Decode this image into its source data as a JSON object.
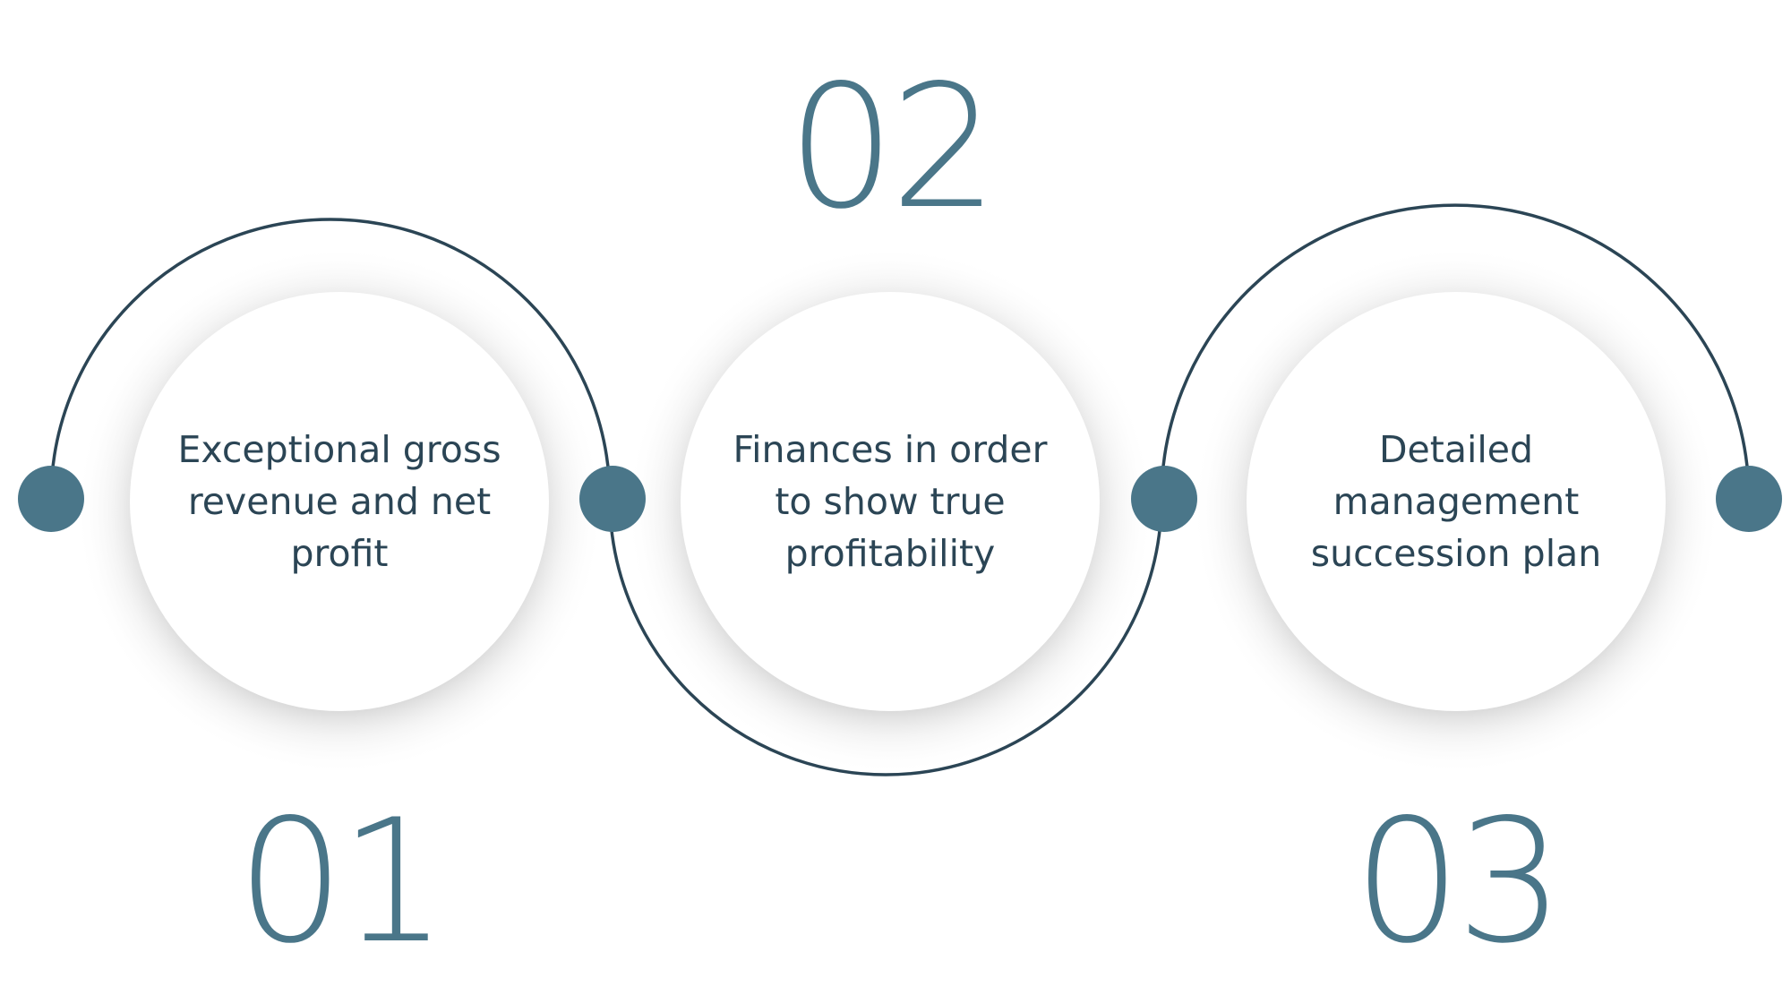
{
  "colors": {
    "background": "#ffffff",
    "accent": "#4a7689",
    "line": "#2b4555",
    "text": "#2b4555",
    "disc_fill": "#ffffff",
    "disc_shadow": "#bdbdbd"
  },
  "steps": [
    {
      "number": "01",
      "text": "Exceptional gross revenue and net profit"
    },
    {
      "number": "02",
      "text": "Finances in order to show true profitability"
    },
    {
      "number": "03",
      "text": "Detailed management succession plan"
    }
  ]
}
